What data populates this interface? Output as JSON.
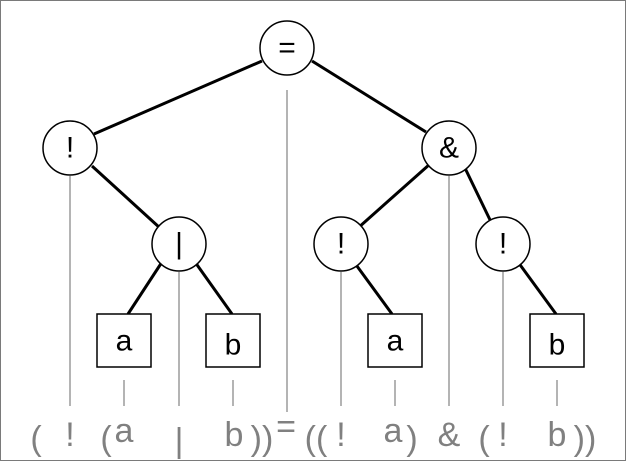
{
  "tree": {
    "root": "=",
    "left_not": "!",
    "or_node": "|",
    "and_node": "&",
    "right_not_a": "!",
    "right_not_b": "!",
    "leaf_a_left": "a",
    "leaf_b_left": "b",
    "leaf_a_right": "a",
    "leaf_b_right": "b"
  },
  "expression": {
    "t1": "(",
    "t2": "!",
    "t3": "(",
    "t4": "a",
    "t5": "|",
    "t6": "b",
    "t7": "))",
    "t8": "=",
    "t9": "((",
    "t10": "!",
    "t11": "a",
    "t12": ")",
    "t13": "&",
    "t14": "(",
    "t15": "!",
    "t16": "b",
    "t17": "))"
  }
}
